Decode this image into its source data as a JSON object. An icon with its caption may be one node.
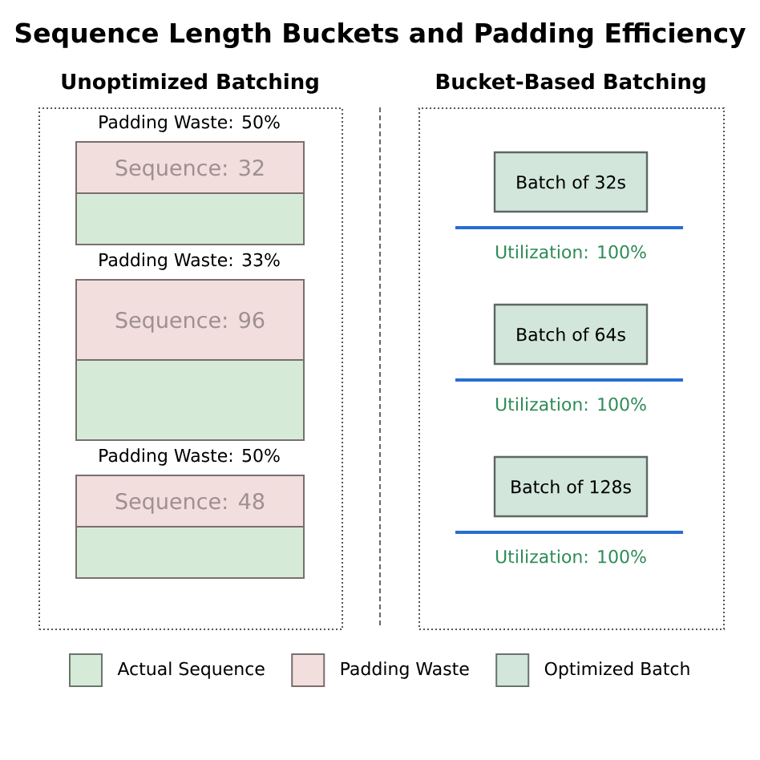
{
  "diagram": {
    "title": "Sequence Length Buckets and Padding Efficiency",
    "nodes": [
      {
        "text": [
          "Unoptimized Batching"
        ]
      },
      {
        "text": [
          "Sequence: 32"
        ],
        "beside": [
          "Padding Waste: 50%"
        ],
        "in": 0
      },
      {
        "text": [
          "Sequence: 96"
        ],
        "beside": [
          "Padding Waste: 33%"
        ],
        "in": 0
      },
      {
        "text": [
          "Sequence: 48"
        ],
        "beside": [
          "Padding Waste: 50%"
        ],
        "in": 0
      },
      {
        "text": [
          "Bucket-Based Batching"
        ]
      },
      {
        "text": [
          "Batch of 32s"
        ],
        "beside": [
          "Utilization: 100%"
        ],
        "in": 4
      },
      {
        "text": [
          "Batch of 64s"
        ],
        "beside": [
          "Utilization: 100%"
        ],
        "in": 4
      },
      {
        "text": [
          "Batch of 128s"
        ],
        "beside": [
          "Utilization: 100%"
        ],
        "in": 4
      }
    ],
    "legend": [
      {
        "text": "Actual Sequence",
        "color": "#d5ebd8"
      },
      {
        "text": "Padding Waste",
        "color": "#f2dedc"
      },
      {
        "text": "Optimized Batch",
        "color": "#d2e6dc"
      }
    ]
  }
}
